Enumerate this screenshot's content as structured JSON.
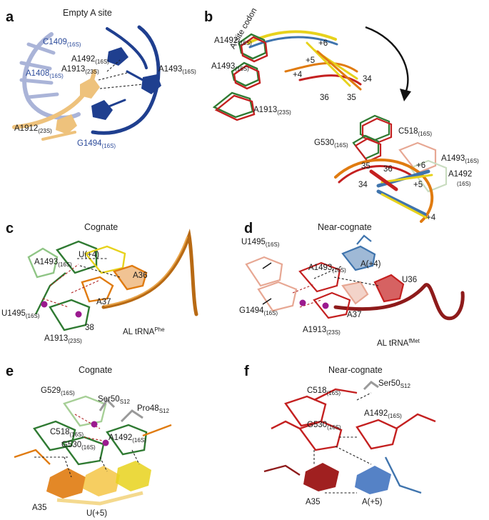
{
  "panels": {
    "a": {
      "letter": "a",
      "title": "Empty A site",
      "labels": {
        "c1409": "C1409",
        "a1408": "A1408",
        "a1492": "A1492",
        "a1913": "A1913",
        "a1493": "A1493",
        "a1912": "A1912",
        "g1494": "G1494"
      },
      "subs": {
        "s16": "(16S)",
        "s23": "(23S)"
      }
    },
    "b": {
      "letter": "b",
      "labels": {
        "codon": "A-site codon",
        "a1492": "A1492",
        "a1493": "A1493",
        "a1913": "A1913",
        "p6": "+6",
        "p5": "+5",
        "p4": "+4",
        "n34": "34",
        "n35": "35",
        "n36": "36",
        "c518": "C518",
        "g530": "G530",
        "n35b": "35",
        "n36b": "36",
        "n34b": "34",
        "p6b": "+6",
        "p5b": "+5",
        "p4b": "+4",
        "a1493b": "A1493",
        "a1492b": "A1492"
      }
    },
    "c": {
      "letter": "c",
      "title": "Cognate",
      "labels": {
        "u4": "U(+4)",
        "a1493": "A1493",
        "a36": "A36",
        "a37": "A37",
        "u1495": "U1495",
        "n38": "38",
        "a1913": "A1913",
        "altrna": "AL tRNA",
        "phe": "Phe"
      }
    },
    "d": {
      "letter": "d",
      "title": "Near-cognate",
      "labels": {
        "u1495": "U1495",
        "a1493": "A1493",
        "a4": "A(+4)",
        "u36": "U36",
        "g1494": "G1494",
        "a37": "A37",
        "a1913": "A1913",
        "altrna": "AL tRNA",
        "fmet": "fMet"
      }
    },
    "e": {
      "letter": "e",
      "title": "Cognate",
      "labels": {
        "g529": "G529",
        "ser50": "Ser50",
        "pro48": "Pro48",
        "s12": "S12",
        "c518": "C518",
        "a1492": "A1492",
        "g530": "G530",
        "a35": "A35",
        "u5": "U(+5)"
      }
    },
    "f": {
      "letter": "f",
      "title": "Near-cognate",
      "labels": {
        "c518": "C518",
        "ser50": "Ser50",
        "s12": "S12",
        "g530": "G530",
        "a1492": "A1492",
        "a35": "A35",
        "a5": "A(+5)"
      }
    }
  },
  "colors": {
    "darkblue": "#1f3f8f",
    "lightblue": "#aab4d8",
    "tan": "#eec27c",
    "green": "#2f7a32",
    "red": "#c42020",
    "yellow": "#e7d21c",
    "orange": "#e07b10",
    "steel": "#3f74ad",
    "pink": "#e7a793",
    "maroon": "#8e1b1b",
    "gray": "#9a9a9a",
    "magenta": "#9b1a8f"
  }
}
